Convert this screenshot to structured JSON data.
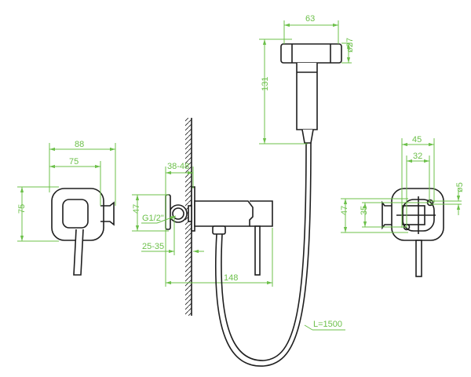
{
  "drawing": {
    "shower_head": {
      "width": "63",
      "diameter": "ø27",
      "height": "131"
    },
    "front_view": {
      "outer_width": "88",
      "inner_width": "75",
      "height": "75"
    },
    "side_view": {
      "depth_range": "38-48",
      "thread": "G1/2\"",
      "flange_height": "47",
      "wall_range": "25-35",
      "length": "148"
    },
    "hose": {
      "length_label": "L=1500"
    },
    "rear_view": {
      "width_outer": "45",
      "width_inner": "32",
      "hole_diameter": "ø5",
      "height_outer": "47",
      "height_inner": "35"
    }
  },
  "colors": {
    "dimension": "#6cc04a",
    "outline": "#1e1e1e"
  }
}
